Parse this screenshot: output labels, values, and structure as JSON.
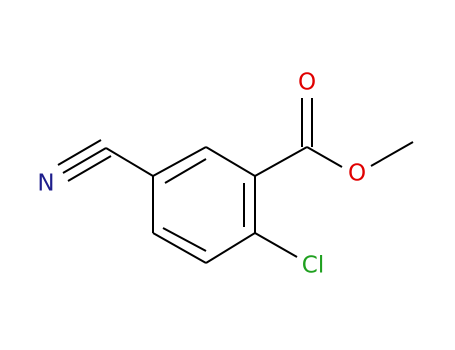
{
  "molecule": {
    "atoms": {
      "nitrogen": {
        "label": "N",
        "color": "#1e1e8c"
      },
      "carbonyl_oxygen": {
        "label": "O",
        "color": "#e00000"
      },
      "ester_oxygen": {
        "label": "O",
        "color": "#e00000"
      },
      "chlorine": {
        "label": "Cl",
        "color": "#1fa01f"
      }
    },
    "bond_color": "#000000"
  }
}
